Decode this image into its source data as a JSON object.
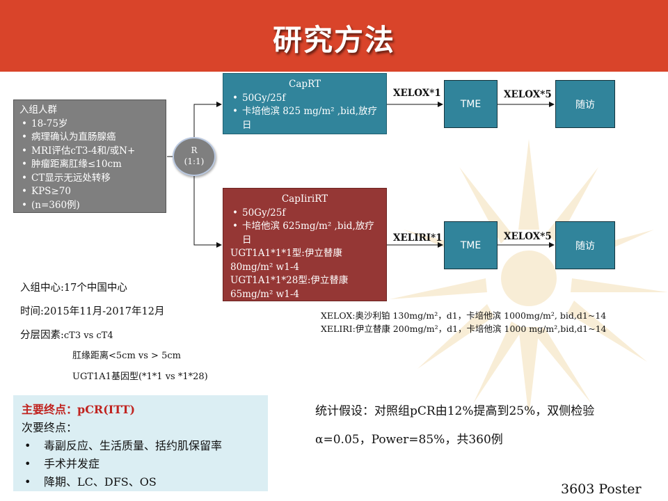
{
  "header": {
    "title": "研究方法"
  },
  "inclusion": {
    "title": "入组人群",
    "items": [
      "18-75岁",
      "病理确认为直肠腺癌",
      "MRI评估cT3-4和/或N+",
      " 肿瘤距离肛缘≤10cm",
      "CT显示无远处转移",
      "KPS≥70",
      "(n=360例)"
    ]
  },
  "randomize": {
    "line1": "R",
    "line2": "(1:1)"
  },
  "caprt": {
    "title": "CapRT",
    "items": [
      "50Gy/25f",
      "卡培他滨 825 mg/m² ,bid,放疗日"
    ]
  },
  "capirirt": {
    "title": "CapIiriRT",
    "items": [
      "50Gy/25f",
      "卡培他滨 625mg/m² ,bid,放疗日"
    ],
    "extra": [
      "UGT1A1*1*1型:伊立替康",
      "80mg/m² w1-4",
      "UGT1A1*1*28型:伊立替康",
      "65mg/m² w1-4"
    ]
  },
  "flow": {
    "upper": {
      "arrow1": "XELOX*1",
      "node1": "TME",
      "arrow2": "XELOX*5",
      "node2": "随访"
    },
    "lower": {
      "arrow1": "XELIRI*1",
      "node1": "TME",
      "arrow2": "XELOX*5",
      "node2": "随访"
    }
  },
  "regimens": [
    "XELOX:奥沙利铂 130mg/m²，d1，卡培他滨 1000mg/m², bid,d1~14",
    "XELIRI:伊立替康 200mg/m²，d1，卡培他滨 1000 mg/m²,bid,d1~14"
  ],
  "info": {
    "centers": "入组中心:17个中国中心",
    "time": "时间:2015年11月-2017年12月",
    "strat_label": "分层因素:",
    "strat_1": "cT3 vs cT4",
    "strat_2": "肛缘距离<5cm vs > 5cm",
    "strat_3": "UGT1A1基因型(*1*1 vs *1*28)"
  },
  "endpoints": {
    "primary": "主要终点：pCR(ITT)",
    "secondary_label": "次要终点：",
    "secondary": [
      "毒副反应、生活质量、括约肌保留率",
      "手术并发症",
      "降期、LC、DFS、OS"
    ]
  },
  "stats": {
    "line1": "统计假设：对照组pCR由12%提高到25%，双侧检验",
    "line2": "α=0.05，Power=85%，共360例"
  },
  "poster": "3603 Poster",
  "colors": {
    "header": "#d9442a",
    "teal": "#31849b",
    "red": "#953735",
    "gray": "#7f7f7f",
    "endpoint_bg": "#dbeef3",
    "primary_text": "#c0231f"
  }
}
